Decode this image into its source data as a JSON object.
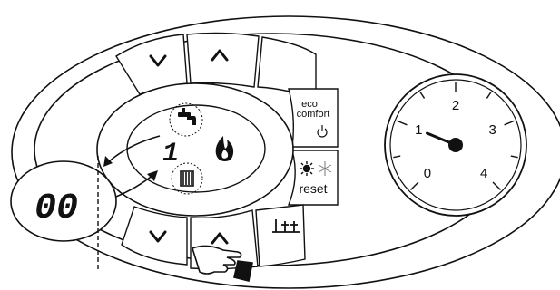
{
  "buttons": {
    "up_arrow": "^",
    "down_arrow": "v",
    "eco_line1": "eco",
    "eco_line2": "comfort",
    "power_symbol": "⏻",
    "reset_label": "reset",
    "sun_symbol": "✹",
    "snow_symbol": "❄"
  },
  "display": {
    "digit": "1",
    "side_readout": "00"
  },
  "gauge": {
    "ticks": [
      "0",
      "1",
      "2",
      "3",
      "4"
    ],
    "needle_value": 1
  },
  "icons": [
    "tap-icon",
    "flame-icon",
    "radiator-icon",
    "thermometer-bar-icon",
    "hand-pointer-icon"
  ],
  "colors": {
    "line": "#111111",
    "fill": "#ffffff"
  }
}
